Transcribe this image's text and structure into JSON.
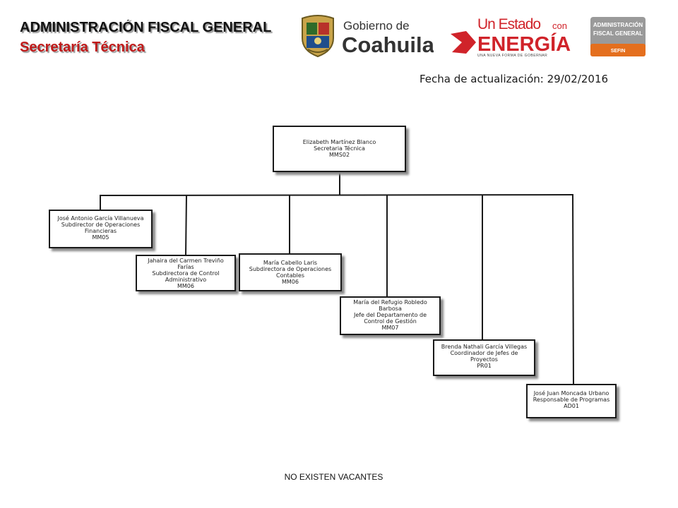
{
  "header": {
    "title": "ADMINISTRACIÓN FISCAL GENERAL",
    "subtitle": "Secretaría Técnica"
  },
  "logos": {
    "gobierno_line1": "Gobierno de",
    "gobierno_line2": "Coahuila",
    "estado_line1": "Un Estado",
    "estado_con": "con",
    "estado_line2": "ENERGÍA",
    "estado_tagline": "UNA NUEVA FORMA DE GOBERNAR",
    "afg_line1": "ADMINISTRACIÓN",
    "afg_line2": "FISCAL GENERAL",
    "afg_line3": "SEFIN"
  },
  "update_date": "Fecha de actualización: 29/02/2016",
  "org": {
    "root": {
      "name": "Elizabeth Martínez Blanco",
      "title": "Secretaria Técnica",
      "code": "MMS02"
    },
    "children": [
      {
        "name": "José Antonio García Villanueva",
        "title": "Subdirector de Operaciones Financieras",
        "code": "MM05"
      },
      {
        "name": "Jahaira del Carmen Treviño Farías",
        "title": "Subdirectora de Control Administrativo",
        "code": "MM06"
      },
      {
        "name": "María Cabello Laris",
        "title": "Subdirectora de Operaciones Contables",
        "code": "MM06"
      },
      {
        "name": "María del Refugio Robledo Barbosa",
        "title": "Jefe del Departamento de Control de Gestión",
        "code": "MM07"
      },
      {
        "name": "Brenda Nathali García Villegas",
        "title": "Coordinador de Jefes de Proyectos",
        "code": "PR01"
      },
      {
        "name": "José Juan Moncada Urbano",
        "title": "Responsable de Programas",
        "code": "AD01"
      }
    ]
  },
  "footer_note": "NO EXISTEN VACANTES"
}
